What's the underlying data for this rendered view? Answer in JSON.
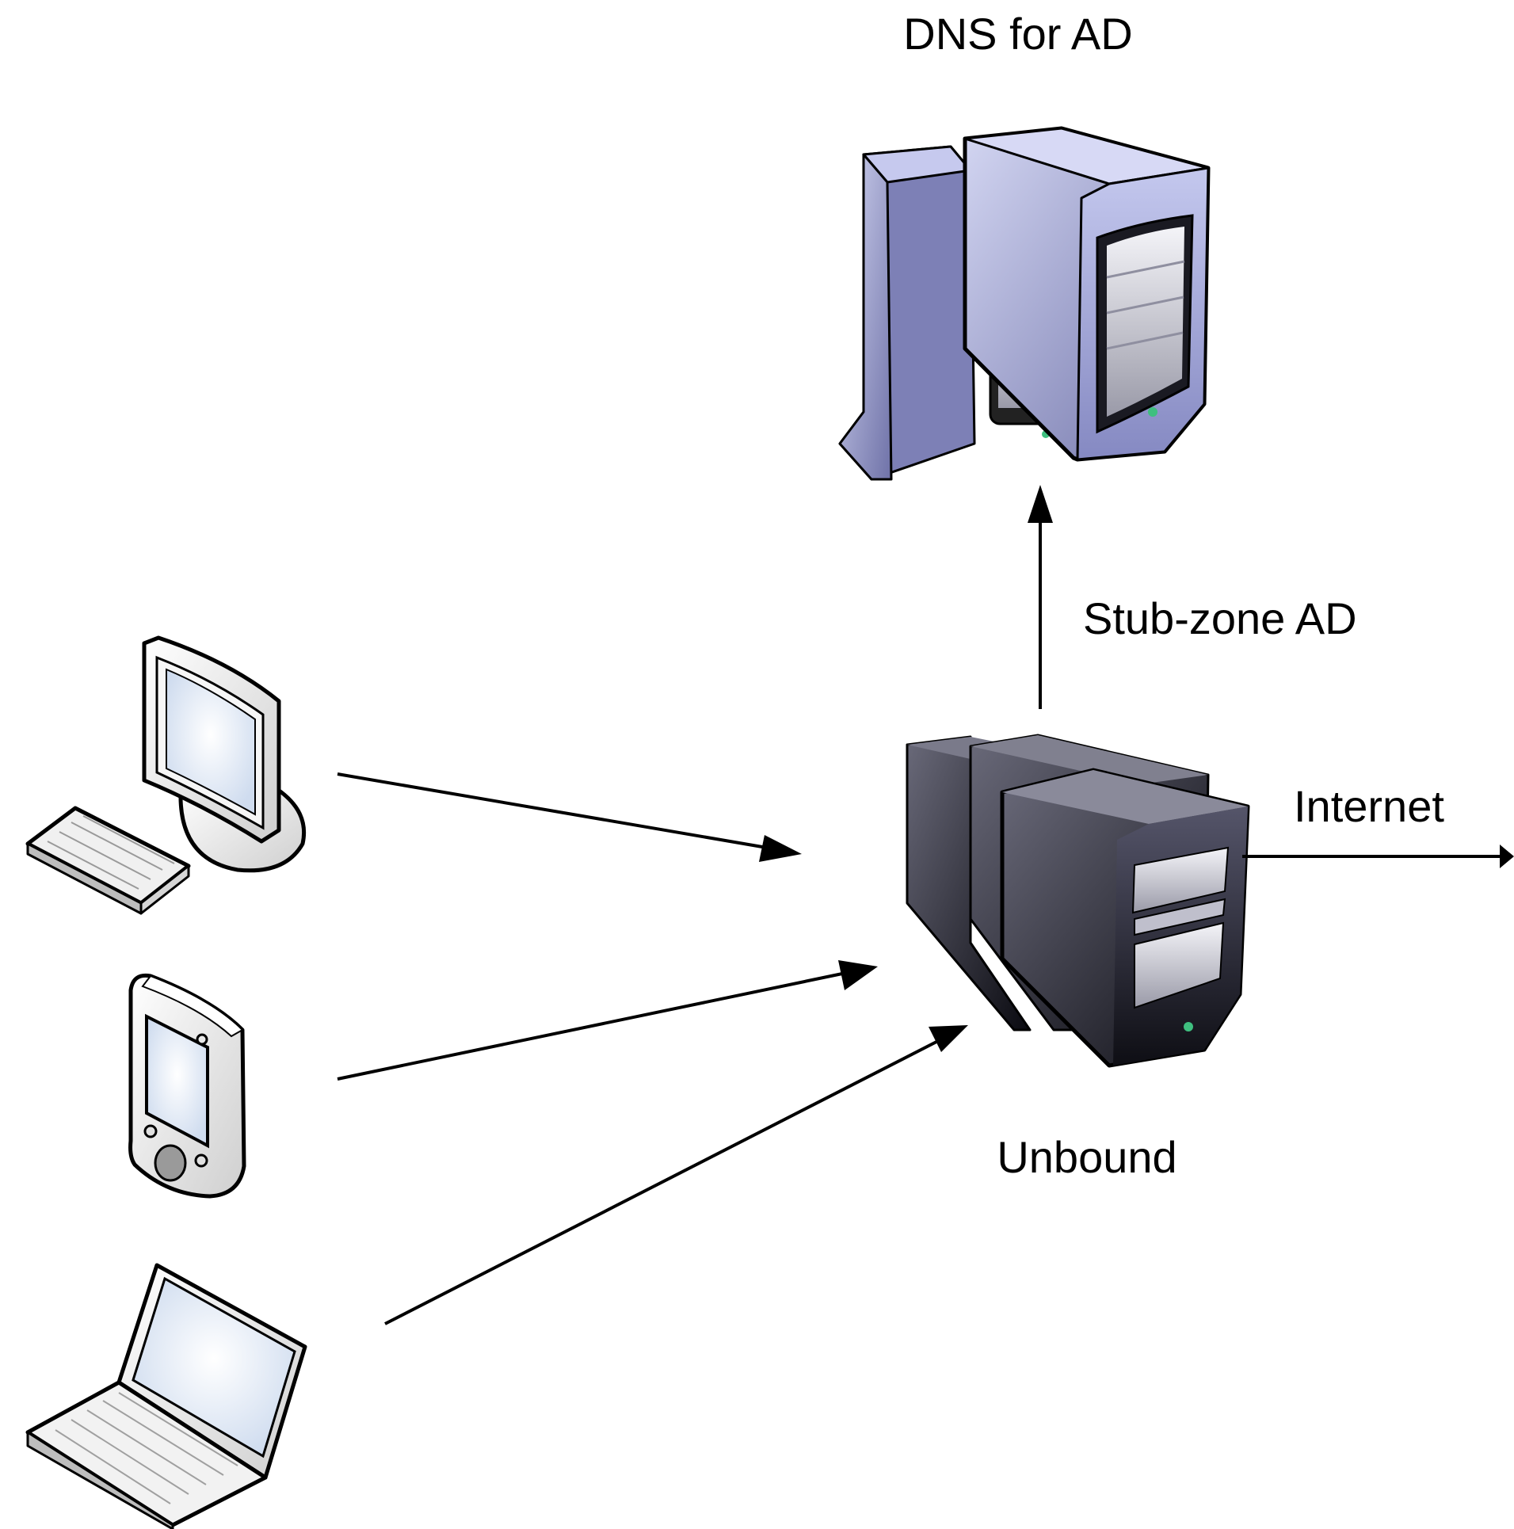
{
  "labels": {
    "dns_server": "DNS for AD",
    "stub_zone": "Stub-zone AD",
    "internet": "Internet",
    "unbound": "Unbound"
  },
  "icons": {
    "dns_server": "server-cluster-icon",
    "unbound_server": "server-cluster-icon",
    "desktop": "desktop-computer-icon",
    "pda": "pda-icon",
    "laptop": "laptop-icon"
  },
  "colors": {
    "dns_server_fill": "#8f92c6",
    "unbound_server_fill": "#2a2a34",
    "client_fill": "#eeeeee",
    "screen_fill": "#dde6f4",
    "stroke": "#000000",
    "led": "#3fbf7f"
  }
}
